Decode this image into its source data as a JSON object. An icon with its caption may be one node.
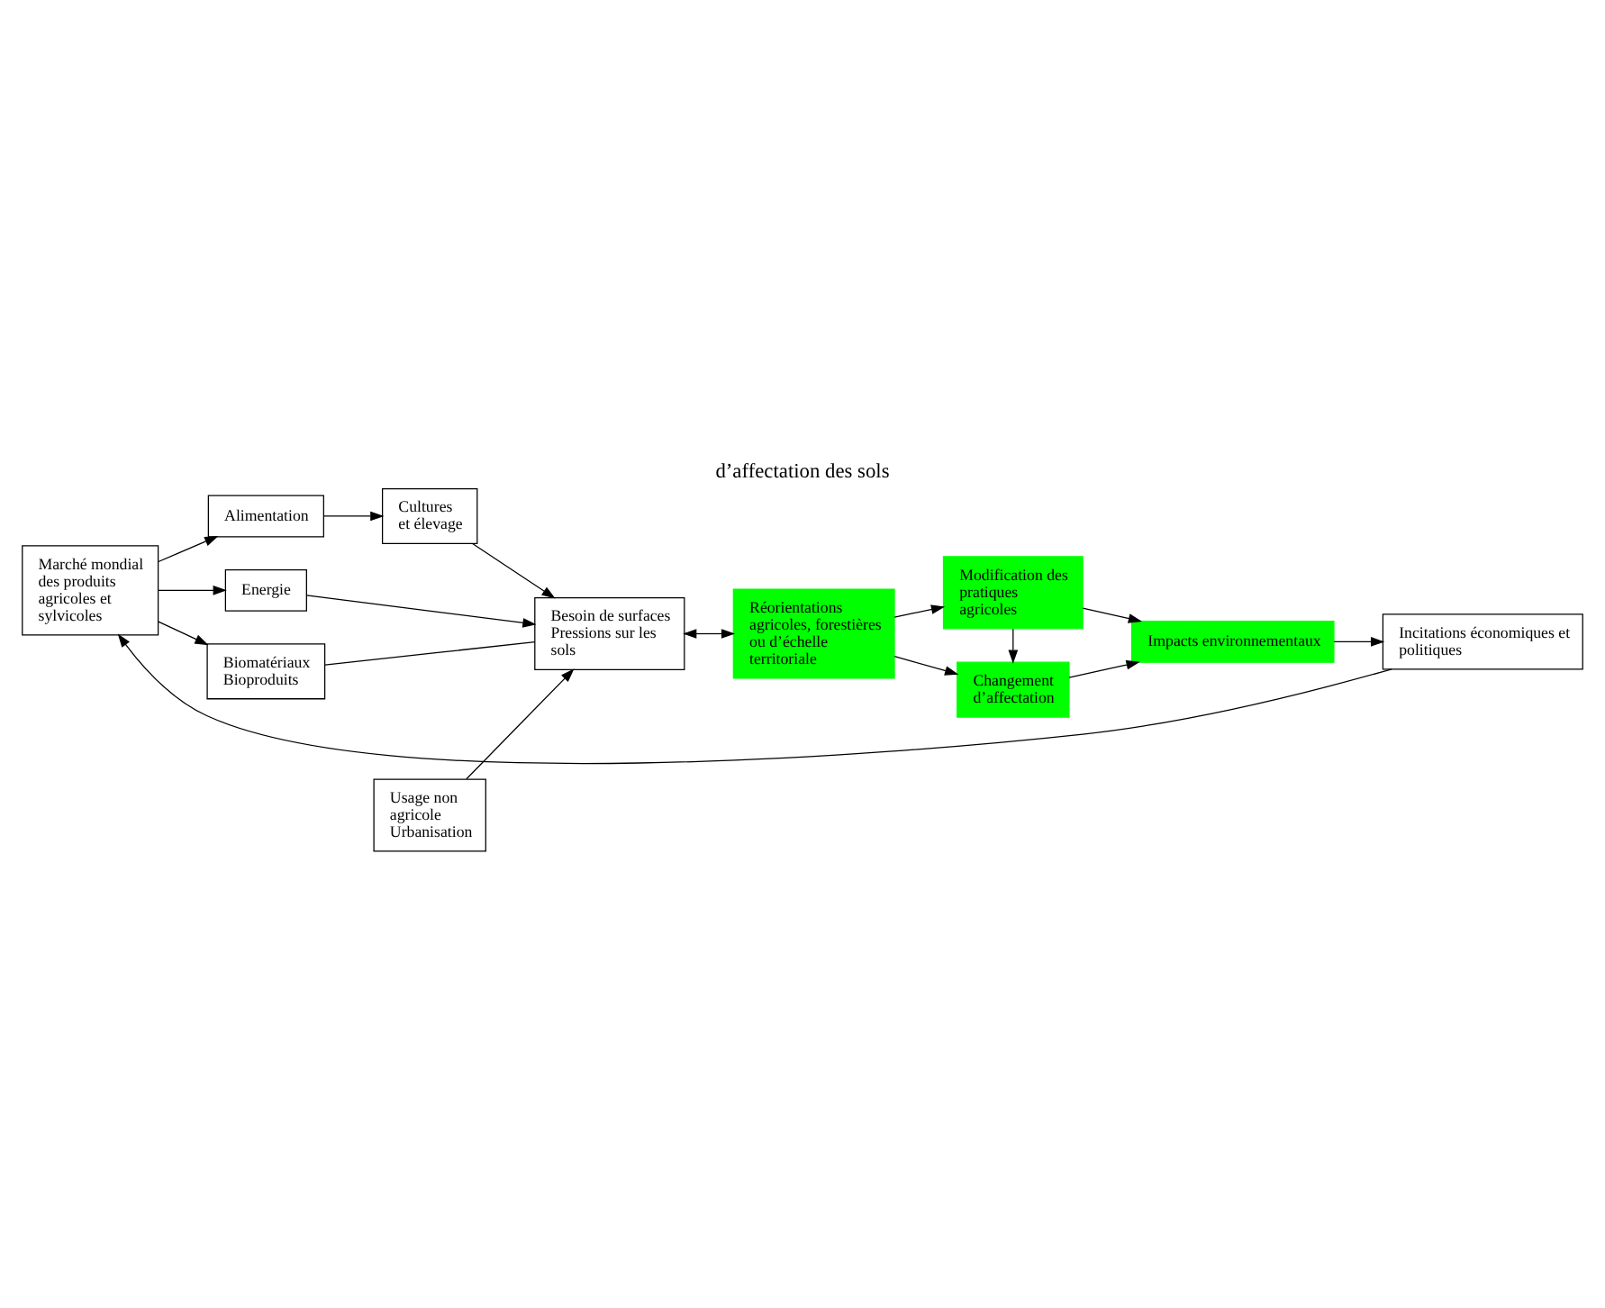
{
  "diagram": {
    "title": "d’affectation des sols",
    "nodes": [
      {
        "text": [
          "Marché mondial des produits agricoles et sylvicoles"
        ]
      },
      {
        "text": [
          "Alimentation"
        ]
      },
      {
        "text": [
          "Energie"
        ]
      },
      {
        "text": [
          "Biomatériaux Bioproduits"
        ]
      },
      {
        "text": [
          "Cultures et élevage"
        ]
      },
      {
        "text": [
          "Usage non agricole Urbanisation"
        ]
      },
      {
        "text": [
          "Besoin de surfaces Pressions sur les sols"
        ]
      },
      {
        "text": [
          "Réorientations agricoles, forestières ou d’échelle territoriale"
        ]
      },
      {
        "text": [
          "Modification des pratiques agricoles"
        ]
      },
      {
        "text": [
          "Changement d’affectation"
        ]
      },
      {
        "text": [
          "Impacts environnementaux"
        ]
      },
      {
        "text": [
          "Incitations économiques et politiques"
        ]
      }
    ],
    "edges": [
      {
        "from": 0,
        "to": 1,
        "arrow": "to"
      },
      {
        "from": 0,
        "to": 2,
        "arrow": "to"
      },
      {
        "from": 0,
        "to": 3,
        "arrow": "to"
      },
      {
        "from": 1,
        "to": 4,
        "arrow": "to"
      },
      {
        "from": 4,
        "to": 6,
        "arrow": "to"
      },
      {
        "from": 5,
        "to": 6,
        "arrow": "to"
      },
      {
        "from": 2,
        "to": 6,
        "arrow": "to"
      },
      {
        "from": 3,
        "to": 6,
        "arrow": "none"
      },
      {
        "from": 6,
        "to": 7,
        "arrow": "both"
      },
      {
        "from": 7,
        "to": 8,
        "arrow": "to"
      },
      {
        "from": 7,
        "to": 9,
        "arrow": "to"
      },
      {
        "from": 8,
        "to": 9,
        "arrow": "to"
      },
      {
        "from": 8,
        "to": 10,
        "arrow": "to"
      },
      {
        "from": 9,
        "to": 10,
        "arrow": "to"
      },
      {
        "from": 10,
        "to": 11,
        "arrow": "to"
      },
      {
        "from": 11,
        "to": 0,
        "arrow": "to"
      }
    ]
  }
}
